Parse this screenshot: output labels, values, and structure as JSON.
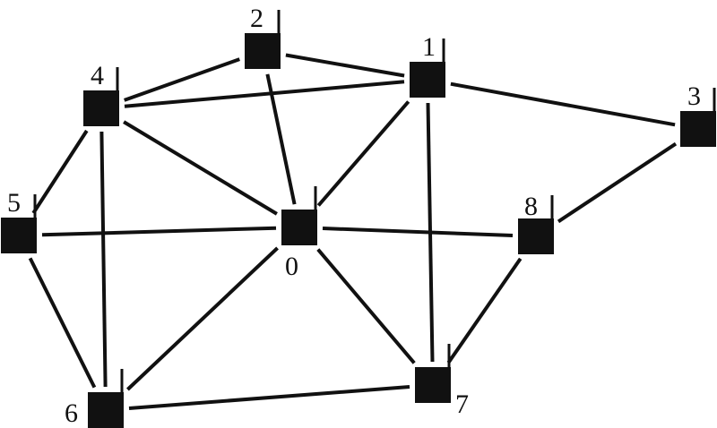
{
  "diagram": {
    "type": "network-graph",
    "colors": {
      "background": "#ffffff",
      "node": "#111111",
      "edge": "#111111"
    },
    "node_icon": "wireless-node-icon",
    "nodes": [
      {
        "id": "0",
        "label": "0"
      },
      {
        "id": "1",
        "label": "1"
      },
      {
        "id": "2",
        "label": "2"
      },
      {
        "id": "3",
        "label": "3"
      },
      {
        "id": "4",
        "label": "4"
      },
      {
        "id": "5",
        "label": "5"
      },
      {
        "id": "6",
        "label": "6"
      },
      {
        "id": "7",
        "label": "7"
      },
      {
        "id": "8",
        "label": "8"
      }
    ],
    "edges": [
      [
        "2",
        "4"
      ],
      [
        "2",
        "1"
      ],
      [
        "2",
        "0"
      ],
      [
        "4",
        "1"
      ],
      [
        "4",
        "0"
      ],
      [
        "4",
        "5"
      ],
      [
        "4",
        "6"
      ],
      [
        "1",
        "3"
      ],
      [
        "1",
        "0"
      ],
      [
        "1",
        "7"
      ],
      [
        "3",
        "8"
      ],
      [
        "5",
        "0"
      ],
      [
        "5",
        "6"
      ],
      [
        "0",
        "8"
      ],
      [
        "0",
        "6"
      ],
      [
        "0",
        "7"
      ],
      [
        "8",
        "7"
      ],
      [
        "6",
        "7"
      ]
    ]
  }
}
